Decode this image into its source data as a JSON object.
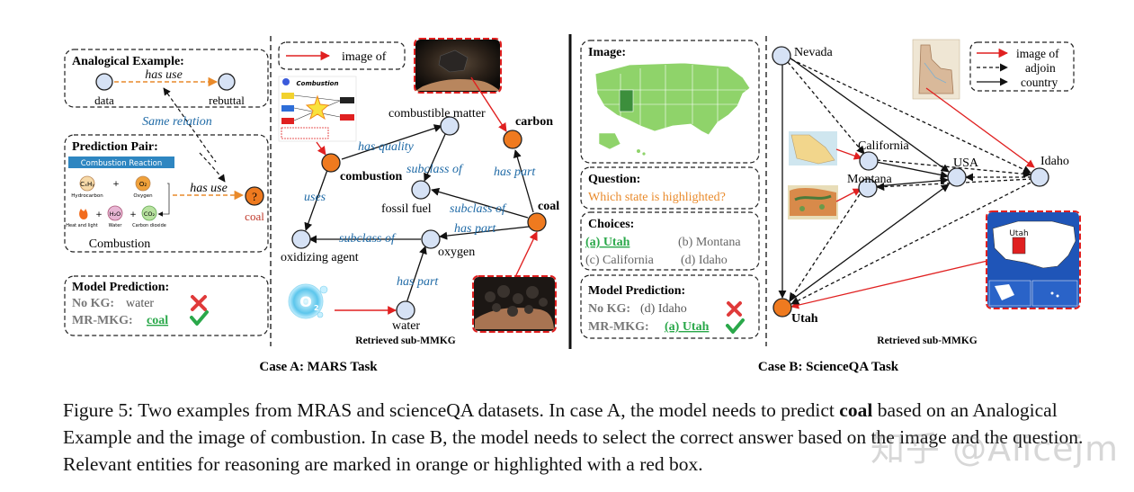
{
  "figure": {
    "case_a": {
      "title": "Case A: MARS Task",
      "analogical_example": {
        "title": "Analogical Example:",
        "head": "data",
        "relation": "has use",
        "tail": "rebuttal"
      },
      "same_relation": "Same relation",
      "prediction_pair": {
        "title": "Prediction Pair:",
        "relation": "has use",
        "query": "?",
        "answer": "coal",
        "image_header": "Combustion Reaction",
        "image_caption": "Combustion",
        "reactants": [
          "CₓHᵧ",
          "O₂"
        ],
        "reactant_labels": [
          "Hydrocarbon",
          "Oxygen"
        ],
        "products": [
          "H₂O",
          "CO₂"
        ],
        "product_labels": [
          "Heat and light",
          "Water",
          "Carbon dioxide"
        ]
      },
      "model_prediction": {
        "title": "Model Prediction:",
        "no_kg_label": "No KG:",
        "no_kg_value": "water",
        "mr_label": "MR-MKG:",
        "mr_value": "coal"
      },
      "legend": {
        "image_of": "image of"
      },
      "graph": {
        "nodes": {
          "combustion": "combustion",
          "carbon": "carbon",
          "coal": "coal",
          "combustible": "combustible matter",
          "fossil": "fossil fuel",
          "oxygen": "oxygen",
          "oxidizing": "oxidizing agent",
          "water": "water"
        },
        "edges": {
          "has_quality": "has quality",
          "subclass_cm": "subclass of",
          "has_part_carbon": "has part",
          "uses": "uses",
          "subclass_ff": "subclass of",
          "has_part_oxygen": "has part",
          "subclass_ox": "subclass of",
          "has_part_water": "has part"
        },
        "diagram_title": "Combustion",
        "footer": "Retrieved sub-MMKG"
      }
    },
    "case_b": {
      "title": "Case B: ScienceQA Task",
      "image_title": "Image:",
      "question_title": "Question:",
      "question": "Which state is highlighted?",
      "choices_title": "Choices:",
      "choices": [
        "(a) Utah",
        "(b) Montana",
        "(c) California",
        "(d) Idaho"
      ],
      "model_prediction": {
        "title": "Model Prediction:",
        "no_kg_label": "No KG:",
        "no_kg_value": "(d) Idaho",
        "mr_label": "MR-MKG:",
        "mr_value": "(a) Utah"
      },
      "legend": {
        "image_of": "image of",
        "adjoin": "adjoin",
        "country": "country"
      },
      "graph": {
        "nodes": {
          "nevada": "Nevada",
          "california": "California",
          "montana": "Montana",
          "usa": "USA",
          "idaho": "Idaho",
          "utah": "Utah"
        },
        "map_label": "Utah",
        "footer": "Retrieved sub-MMKG"
      }
    }
  },
  "caption": {
    "prefix": "Figure 5: Two examples from MRAS and scienceQA datasets. In case A, the model needs to predict ",
    "bold": "coal",
    "suffix": " based on an Analogical Example and the image of combustion. In case B, the model needs to select the correct answer based on the image and the question. Relevant entities for reasoning are marked in orange or highlighted with a red box."
  },
  "watermark": "知乎 @Alicejm",
  "colors": {
    "node_blue": "#d6e2f5",
    "node_orange": "#ef7a1f",
    "relation_blue": "#1f6aa6",
    "dashed_orange": "#e98a2b",
    "red": "#e02020",
    "green": "#2aa84a",
    "map_green": "#8fd36a",
    "map_highlight": "#3c8f3c"
  },
  "icons": [
    "x-mark-icon",
    "check-mark-icon"
  ]
}
